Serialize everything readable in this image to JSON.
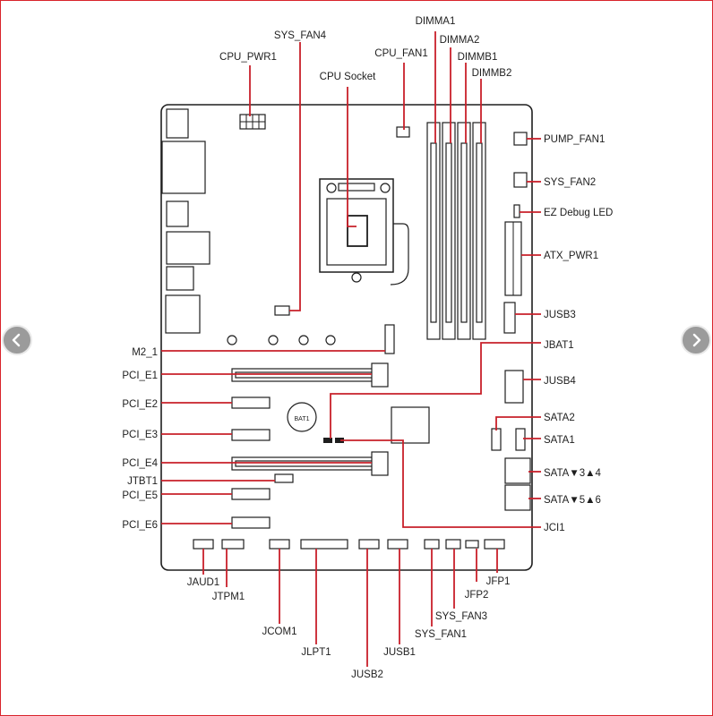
{
  "labels": {
    "dimma1": "DIMMA1",
    "dimma2": "DIMMA2",
    "dimmb1": "DIMMB1",
    "dimmb2": "DIMMB2",
    "sys_fan4": "SYS_FAN4",
    "cpu_fan1": "CPU_FAN1",
    "cpu_pwr1": "CPU_PWR1",
    "cpu_socket": "CPU Socket",
    "pump_fan1": "PUMP_FAN1",
    "sys_fan2": "SYS_FAN2",
    "ez_debug_led": "EZ Debug LED",
    "atx_pwr1": "ATX_PWR1",
    "jusb3": "JUSB3",
    "jbat1": "JBAT1",
    "jusb4": "JUSB4",
    "sata2": "SATA2",
    "sata1": "SATA1",
    "sata34": "SATA▼3▲4",
    "sata56": "SATA▼5▲6",
    "jci1": "JCI1",
    "m2_1": "M2_1",
    "pci_e1": "PCI_E1",
    "pci_e2": "PCI_E2",
    "pci_e3": "PCI_E3",
    "pci_e4": "PCI_E4",
    "jtbt1": "JTBT1",
    "pci_e5": "PCI_E5",
    "pci_e6": "PCI_E6",
    "jaud1": "JAUD1",
    "jtpm1": "JTPM1",
    "jcom1": "JCOM1",
    "jlpt1": "JLPT1",
    "jusb2": "JUSB2",
    "jusb1": "JUSB1",
    "sys_fan1": "SYS_FAN1",
    "sys_fan3": "SYS_FAN3",
    "jfp2": "JFP2",
    "jfp1": "JFP1"
  },
  "battery_text": "BAT1",
  "colors": {
    "leader": "#c8202a",
    "line": "#1e1e1e",
    "border": "#d9242b",
    "nav": "#9b9b9b"
  },
  "nav": {
    "prev_icon": "chevron-left-icon",
    "next_icon": "chevron-right-icon"
  }
}
